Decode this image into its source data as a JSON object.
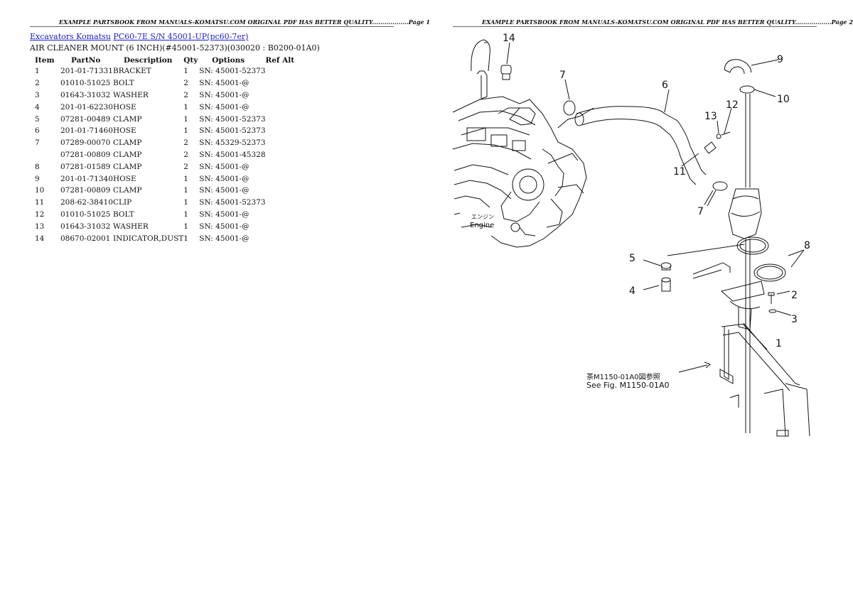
{
  "page1": {
    "header": "EXAMPLE PARTSBOOK FROM MANUALS-KOMATSU.COM ORIGINAL PDF HAS BETTER QUALITY..................Page 1",
    "breadcrumb": {
      "link1": "Excavators Komatsu",
      "link2": "PC60-7E S/N 45001-UP(pc60-7er)"
    },
    "subtitle": "AIR CLEANER MOUNT (6 INCH)(#45001-52373)(030020 : B0200-01A0)",
    "columns": [
      "Item",
      "PartNo",
      "Description",
      "Qty",
      "Options",
      "Ref Alt"
    ],
    "rows": [
      {
        "item": "1",
        "partno": "201-01-71331",
        "desc": "BRACKET",
        "qty": "1",
        "options": "SN: 45001-52373",
        "ref": ""
      },
      {
        "item": "2",
        "partno": "01010-51025",
        "desc": "BOLT",
        "qty": "2",
        "options": "SN: 45001-@",
        "ref": ""
      },
      {
        "item": "3",
        "partno": "01643-31032",
        "desc": "WASHER",
        "qty": "2",
        "options": "SN: 45001-@",
        "ref": ""
      },
      {
        "item": "4",
        "partno": "201-01-62230",
        "desc": "HOSE",
        "qty": "1",
        "options": "SN: 45001-@",
        "ref": ""
      },
      {
        "item": "5",
        "partno": "07281-00489",
        "desc": "CLAMP",
        "qty": "1",
        "options": "SN: 45001-52373",
        "ref": ""
      },
      {
        "item": "6",
        "partno": "201-01-71460",
        "desc": "HOSE",
        "qty": "1",
        "options": "SN: 45001-52373",
        "ref": ""
      },
      {
        "item": "7",
        "partno": "07289-00070",
        "desc": "CLAMP",
        "qty": "2",
        "options": "SN: 45329-52373",
        "ref": ""
      },
      {
        "item": "",
        "partno": "07281-00809",
        "desc": "CLAMP",
        "qty": "2",
        "options": "SN: 45001-45328",
        "ref": ""
      },
      {
        "item": "8",
        "partno": "07281-01589",
        "desc": "CLAMP",
        "qty": "2",
        "options": "SN: 45001-@",
        "ref": ""
      },
      {
        "item": "9",
        "partno": "201-01-71340",
        "desc": "HOSE",
        "qty": "1",
        "options": "SN: 45001-@",
        "ref": ""
      },
      {
        "item": "10",
        "partno": "07281-00809",
        "desc": "CLAMP",
        "qty": "1",
        "options": "SN: 45001-@",
        "ref": ""
      },
      {
        "item": "11",
        "partno": "208-62-38410",
        "desc": "CLIP",
        "qty": "1",
        "options": "SN: 45001-52373",
        "ref": ""
      },
      {
        "item": "12",
        "partno": "01010-51025",
        "desc": "BOLT",
        "qty": "1",
        "options": "SN: 45001-@",
        "ref": ""
      },
      {
        "item": "13",
        "partno": "01643-31032",
        "desc": "WASHER",
        "qty": "1",
        "options": "SN: 45001-@",
        "ref": ""
      },
      {
        "item": "14",
        "partno": "08670-02001",
        "desc": "INDICATOR,DUST",
        "qty": "1",
        "options": "SN: 45001-@",
        "ref": ""
      }
    ]
  },
  "page2": {
    "header": "EXAMPLE PARTSBOOK FROM MANUALS-KOMATSU.COM ORIGINAL PDF HAS BETTER QUALITY..................Page 2",
    "diagram": {
      "callouts": [
        "14",
        "7",
        "6",
        "9",
        "10",
        "13",
        "12",
        "11",
        "7",
        "8",
        "5",
        "4",
        "2",
        "3",
        "1"
      ],
      "engine_label_jp": "エンジン",
      "engine_label": "Engine",
      "ref_jp": "茶M1150-01A0図参照",
      "ref_en": "See Fig. M1150-01A0"
    }
  }
}
